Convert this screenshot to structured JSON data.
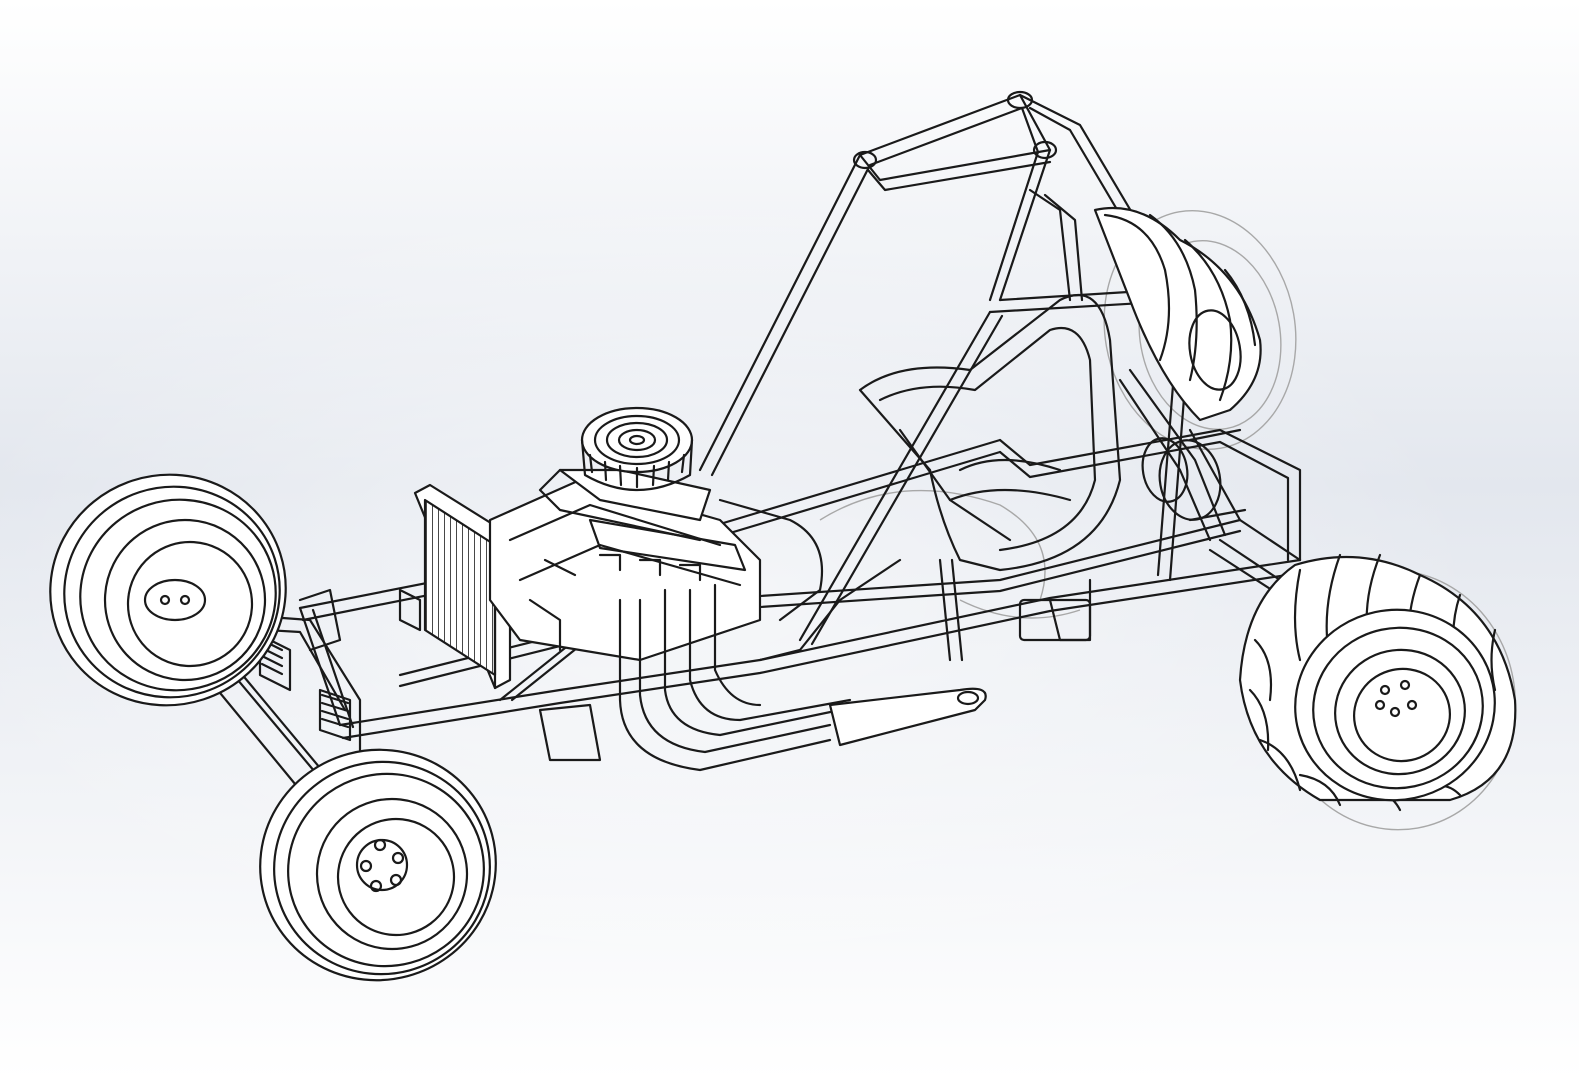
{
  "viewport": {
    "background_top": "#ffffff",
    "background_mid": "#e3e7ee",
    "background_bottom": "#ffffff",
    "edge_color": "#1a1a1a",
    "hidden_line_color": "#a8a8a8"
  },
  "model": {
    "parts": [
      "roll-cage",
      "main-frame",
      "engine-v8",
      "air-cleaner",
      "radiator",
      "exhaust-headers",
      "seat",
      "front-axle",
      "front-suspension",
      "front-wheel-left",
      "front-wheel-right",
      "rear-wheel-left",
      "rear-paddle-tire-right"
    ]
  }
}
